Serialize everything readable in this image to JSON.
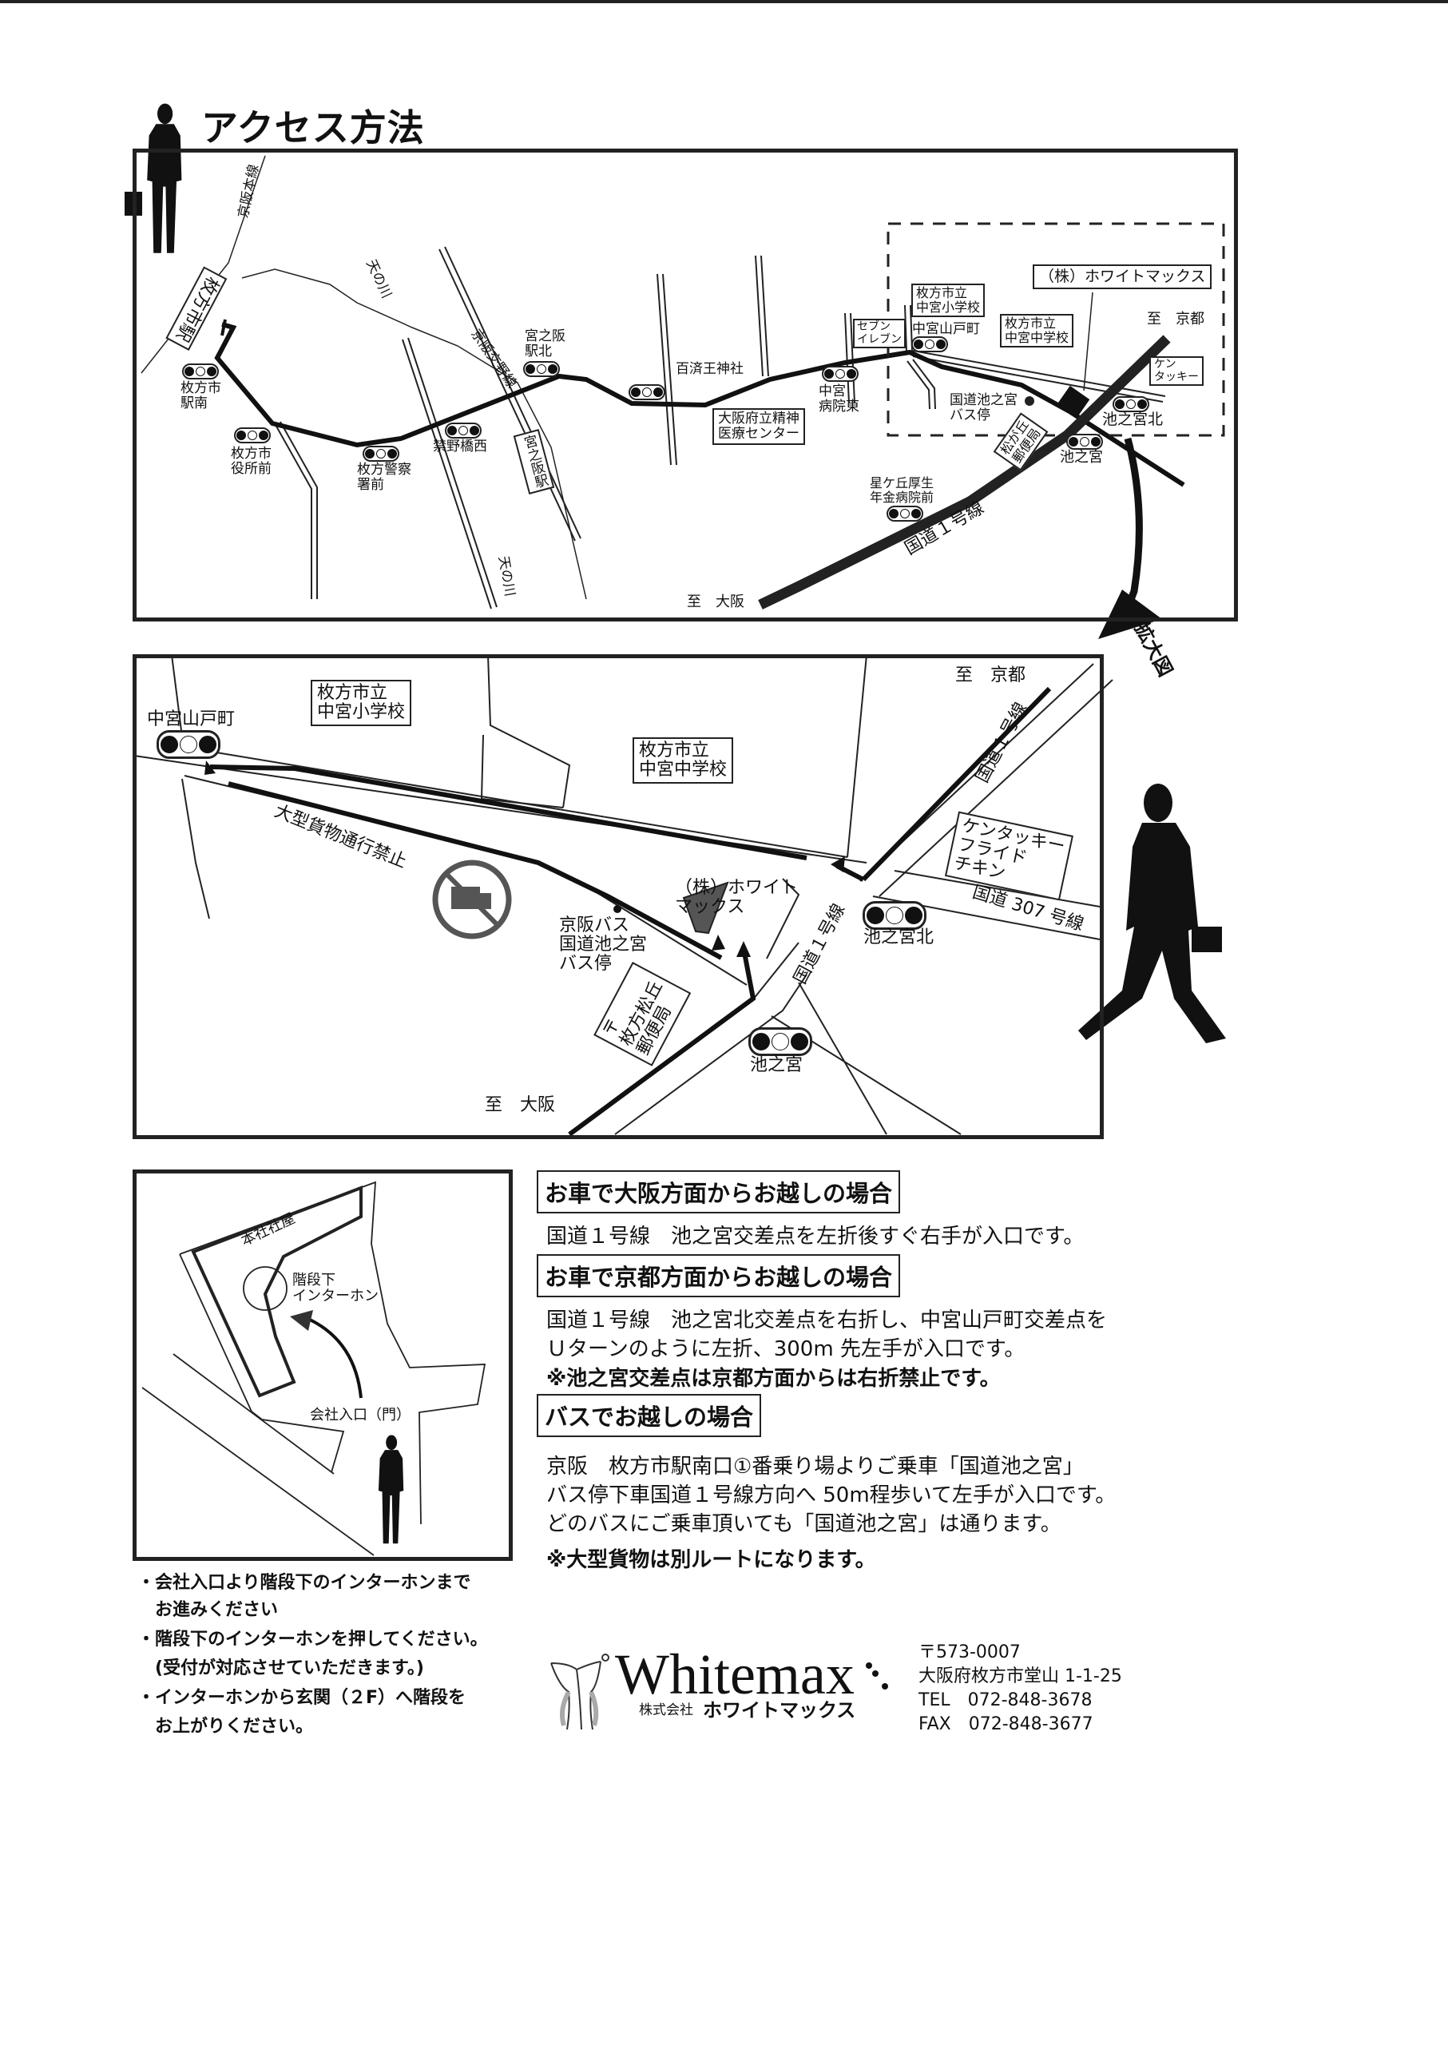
{
  "title": "アクセス方法",
  "overview_map": {
    "keihan_main_line": "京阪本線",
    "hirakatashi_station": "枚方市駅",
    "signal_hirakatashi_ekiminami": "枚方市\n駅南",
    "signal_shiyakushomae": "枚方市\n役所前",
    "signal_keisatsushomae": "枚方警察\n署前",
    "signal_kinyabashinishi": "禁野橋西",
    "signal_miyanosaka_ekikita": "宮之阪\n駅北",
    "katano_line": "京阪交野線",
    "amanogawa_1": "天の川",
    "amanogawa_2": "天の川",
    "miyanosaka_station": "宮之阪駅",
    "kudara_shrine": "百済王神社",
    "mental_center": "大阪府立精神\n医療センター",
    "signal_nakamiya_byouin_higashi": "中宮\n病院東",
    "seven_eleven": "セブン\nイレブン",
    "nakamiya_elementary": "枚方市立\n中宮小学校",
    "signal_nakamiya_yamatocho": "中宮山戸町",
    "nakamiya_junior_high": "枚方市立\n中宮中学校",
    "company": "（株）ホワイトマックス",
    "to_kyoto": "至　京都",
    "kentucky": "ケン\nタッキー",
    "bus_stop": "国道池之宮\nバス停",
    "signal_ikenomiya_kita": "池之宮北",
    "signal_ikenomiya": "池之宮",
    "post_office": "松が丘\n郵便局",
    "signal_hoshigaoka_hospital": "星ケ丘厚生\n年金病院前",
    "route1": "国道１号線",
    "to_osaka": "至　大阪"
  },
  "enlarge_label": "拡大図",
  "detail_map": {
    "signal_nakamiya_yamatocho": "中宮山戸町",
    "nakamiya_elementary": "枚方市立\n中宮小学校",
    "nakamiya_junior_high": "枚方市立\n中宮中学校",
    "to_kyoto": "至　京都",
    "route1_upper": "国道１号線",
    "kentucky": "ケンタッキー\nフライド\nチキン",
    "route307": "国道 307 号線",
    "signal_ikenomiya_kita": "池之宮北",
    "no_large_truck": "大型貨物通行禁止",
    "company": "（株）ホワイト\nマックス",
    "bus_stop": "京阪バス\n国道池之宮\nバス停",
    "route1_lower": "国道１号線",
    "post_office": "〒\n枚方松丘\n郵便局",
    "signal_ikenomiya": "池之宮",
    "to_osaka": "至　大阪"
  },
  "entrance_map": {
    "head_office": "本社社屋",
    "intercom": "階段下\nインターホン",
    "entrance": "会社入口（門）"
  },
  "directions": [
    {
      "heading": "お車で大阪方面からお越しの場合",
      "lines": [
        "国道１号線　池之宮交差点を左折後すぐ右手が入口です。"
      ]
    },
    {
      "heading": "お車で京都方面からお越しの場合",
      "lines": [
        "国道１号線　池之宮北交差点を右折し、中宮山戸町交差点を",
        "Ｕターンのように左折、300m 先左手が入口です。"
      ],
      "note": "※池之宮交差点は京都方面からは右折禁止です。"
    },
    {
      "heading": "バスでお越しの場合",
      "lines": [
        "京阪　枚方市駅南口①番乗り場よりご乗車「国道池之宮」",
        "バス停下車国道１号線方向へ 50m程歩いて左手が入口です。",
        "どのバスにご乗車頂いても「国道池之宮」は通ります。"
      ],
      "note": "※大型貨物は別ルートになります。"
    }
  ],
  "entrance_notes": [
    "・会社入口より階段下のインターホンまで",
    "　お進みください",
    "・階段下のインターホンを押してください。",
    "　(受付が対応させていただきます。)",
    "・インターホンから玄関（２F）へ階段を",
    "　お上がりください。"
  ],
  "company": {
    "logo_text": "Whitemax",
    "name_prefix": "株式会社",
    "name": "ホワイトマックス",
    "postal": "〒573-0007",
    "address": "大阪府枚方市堂山 1-1-25",
    "tel": "TEL　072-848-3678",
    "fax": "FAX　072-848-3677"
  },
  "colors": {
    "ink": "#111111",
    "truck_sign": "#555555",
    "building": "#555555"
  }
}
